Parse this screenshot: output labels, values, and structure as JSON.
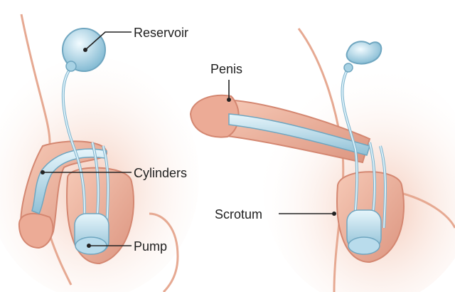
{
  "labels": {
    "reservoir": "Reservoir",
    "penis": "Penis",
    "cylinders": "Cylinders",
    "scrotum": "Scrotum",
    "pump": "Pump"
  },
  "colors": {
    "skin": "#f0b8a2",
    "skin_dark": "#d98f7a",
    "skin_shadow": "#e8a68f",
    "device": "#bfe0ee",
    "device_dark": "#7fb3cc",
    "device_light": "#e3f3fa",
    "leader": "#222222"
  }
}
